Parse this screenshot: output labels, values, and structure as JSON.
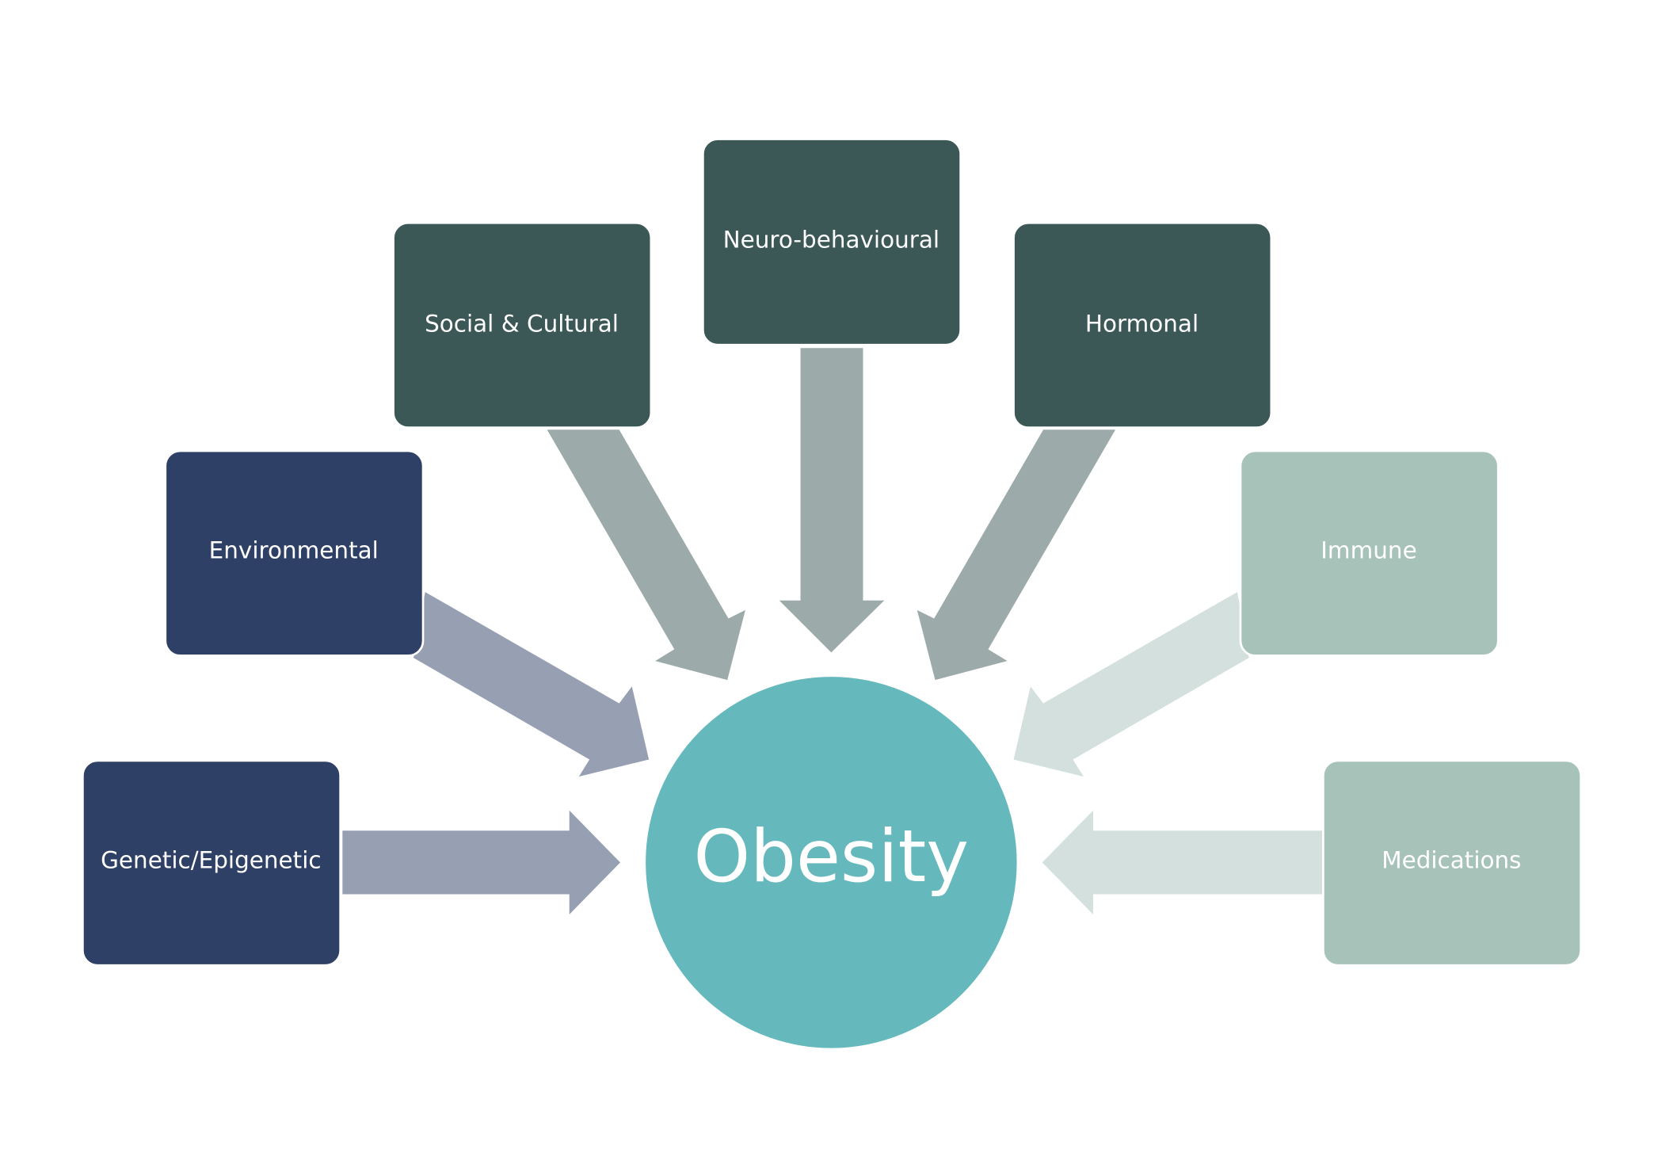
{
  "center": {
    "label": "Obesity"
  },
  "factors": [
    {
      "label": "Genetic/Epigenetic"
    },
    {
      "label": "Environmental"
    },
    {
      "label": "Social & Cultural"
    },
    {
      "label": "Neuro-behavioural"
    },
    {
      "label": "Hormonal"
    },
    {
      "label": "Immune"
    },
    {
      "label": "Medications"
    }
  ],
  "colors": {
    "navy_box": "#2f4066",
    "dark_green_box": "#3b5856",
    "sage_box": "#a7c2b9",
    "navy_arrow": "#979fb3",
    "green_arrow": "#9cabaa",
    "sage_arrow": "#d4e0dd",
    "center_circle": "#65b9bc"
  }
}
